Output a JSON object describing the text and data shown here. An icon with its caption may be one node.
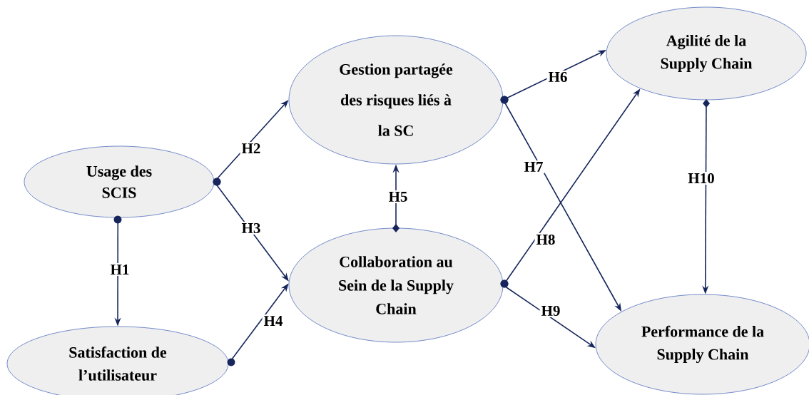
{
  "diagram": {
    "nodes": [
      {
        "text": [
          "Usage des SCIS"
        ]
      },
      {
        "text": [
          "Satisfaction de l’utilisateur"
        ]
      },
      {
        "text": [
          "Gestion partagée des risques liés à la SC"
        ]
      },
      {
        "text": [
          "Collaboration au Sein de la Supply Chain"
        ]
      },
      {
        "text": [
          "Agilité de la Supply Chain"
        ]
      },
      {
        "text": [
          "Performance de la Supply Chain"
        ]
      }
    ],
    "edges": [
      {
        "from": 0,
        "to": 1,
        "arrow": "to",
        "label": "H1"
      },
      {
        "from": 0,
        "to": 2,
        "arrow": "to",
        "label": "H2"
      },
      {
        "from": 0,
        "to": 3,
        "arrow": "to",
        "label": "H3"
      },
      {
        "from": 1,
        "to": 3,
        "arrow": "to",
        "label": "H4"
      },
      {
        "from": 3,
        "to": 2,
        "arrow": "to",
        "label": "H5"
      },
      {
        "from": 2,
        "to": 4,
        "arrow": "to",
        "label": "H6"
      },
      {
        "from": 2,
        "to": 5,
        "arrow": "to",
        "label": "H7"
      },
      {
        "from": 3,
        "to": 4,
        "arrow": "to",
        "label": "H8"
      },
      {
        "from": 3,
        "to": 5,
        "arrow": "to",
        "label": "H9"
      },
      {
        "from": 4,
        "to": 5,
        "arrow": "to",
        "label": "H10"
      }
    ]
  }
}
